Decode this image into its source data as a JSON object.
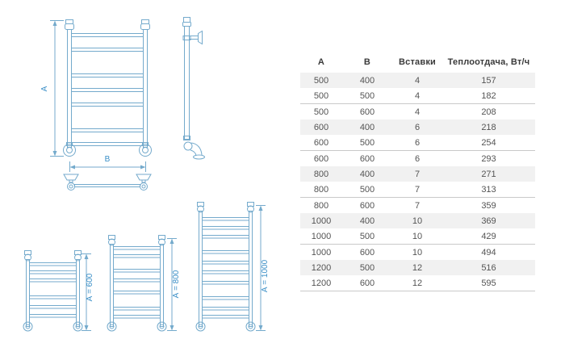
{
  "drawings": {
    "line_color": "#74aacc",
    "label_color": "#3a8fc7",
    "front_view": {
      "height_label": "А",
      "width_label": "В"
    },
    "variants": [
      {
        "label": "А = 600"
      },
      {
        "label": "А = 800"
      },
      {
        "label": "А = 1000"
      }
    ]
  },
  "table": {
    "columns": [
      "А",
      "В",
      "Вставки",
      "Теплоотдача, Вт/ч"
    ],
    "shaded_row_color": "#f1f1f1",
    "separator_color": "#c9c9c9",
    "text_color": "#545454",
    "rows": [
      [
        "500",
        "400",
        "4",
        "157"
      ],
      [
        "500",
        "500",
        "4",
        "182"
      ],
      [
        "500",
        "600",
        "4",
        "208"
      ],
      [
        "600",
        "400",
        "6",
        "218"
      ],
      [
        "600",
        "500",
        "6",
        "254"
      ],
      [
        "600",
        "600",
        "6",
        "293"
      ],
      [
        "800",
        "400",
        "7",
        "271"
      ],
      [
        "800",
        "500",
        "7",
        "313"
      ],
      [
        "800",
        "600",
        "7",
        "359"
      ],
      [
        "1000",
        "400",
        "10",
        "369"
      ],
      [
        "1000",
        "500",
        "10",
        "429"
      ],
      [
        "1000",
        "600",
        "10",
        "494"
      ],
      [
        "1200",
        "500",
        "12",
        "516"
      ],
      [
        "1200",
        "600",
        "12",
        "595"
      ]
    ]
  }
}
